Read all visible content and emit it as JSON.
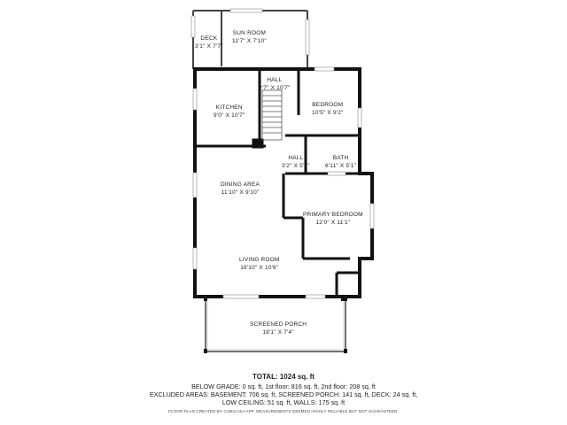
{
  "rooms": {
    "sun_room": {
      "name": "SUN ROOM",
      "dim": "11'7\" X 7'10\""
    },
    "deck": {
      "name": "DECK",
      "dim": "3'1\" X 7'7\""
    },
    "hall_upper": {
      "name": "HALL",
      "dim": "2'7\" X 10'7\""
    },
    "kitchen": {
      "name": "KITCHEN",
      "dim": "9'0\" X 10'7\""
    },
    "bedroom": {
      "name": "BEDROOM",
      "dim": "10'5\" X 9'2\""
    },
    "hall_lower": {
      "name": "HALL",
      "dim": "3'2\" X 5'1\""
    },
    "bath": {
      "name": "BATH",
      "dim": "6'11\" X 5'1\""
    },
    "dining": {
      "name": "DINING AREA",
      "dim": "11'10\" X 9'10\""
    },
    "primary_bedroom": {
      "name": "PRIMARY BEDROOM",
      "dim": "12'0\" X 11'1\""
    },
    "living_room": {
      "name": "LIVING ROOM",
      "dim": "18'10\" X 10'6\""
    },
    "screened_porch": {
      "name": "SCREENED PORCH",
      "dim": "19'1\" X 7'4\""
    }
  },
  "summary": {
    "total": "TOTAL: 1024 sq. ft",
    "below_grade": "BELOW GRADE: 0 sq. ft, 1st floor: 816 sq. ft, 2nd floor: 208 sq. ft",
    "excluded": "EXCLUDED AREAS: BASEMENT: 706 sq. ft, SCREENED PORCH: 141 sq. ft, DECK: 24 sq. ft,",
    "low_ceiling": "LOW CEILING: 51 sq. ft, WALLS: 175 sq. ft",
    "disclaimer": "FLOOR PLAN CREATED BY CUBICASA APP. MEASUREMENTS DEEMED HIGHLY RELIABLE BUT NOT GUARANTEED."
  },
  "colors": {
    "wall": "#111111",
    "thin_wall": "#555555",
    "window": "#ffffff"
  }
}
